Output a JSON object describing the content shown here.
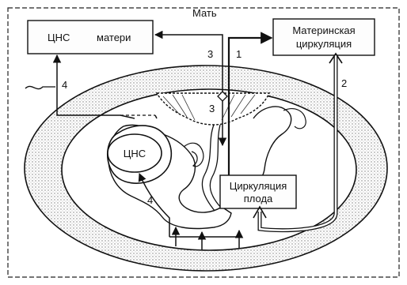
{
  "title": "Мать",
  "boxes": {
    "mother_cns": {
      "label_a": "ЦНС",
      "label_b": "матери"
    },
    "maternal_circulation": {
      "line1": "Материнская",
      "line2": "циркуляция"
    },
    "fetal_cns": {
      "label": "ЦНС"
    },
    "fetal_circulation": {
      "line1": "Циркуляция",
      "line2": "плода"
    }
  },
  "pathway_numbers": {
    "n1": "1",
    "n2": "2",
    "n3_top": "3",
    "n3_lower": "3",
    "n4_left": "4",
    "n4_fetus": "4"
  },
  "colors": {
    "ink": "#111111",
    "paper": "#ffffff",
    "stipple": "#8a8a8a"
  }
}
